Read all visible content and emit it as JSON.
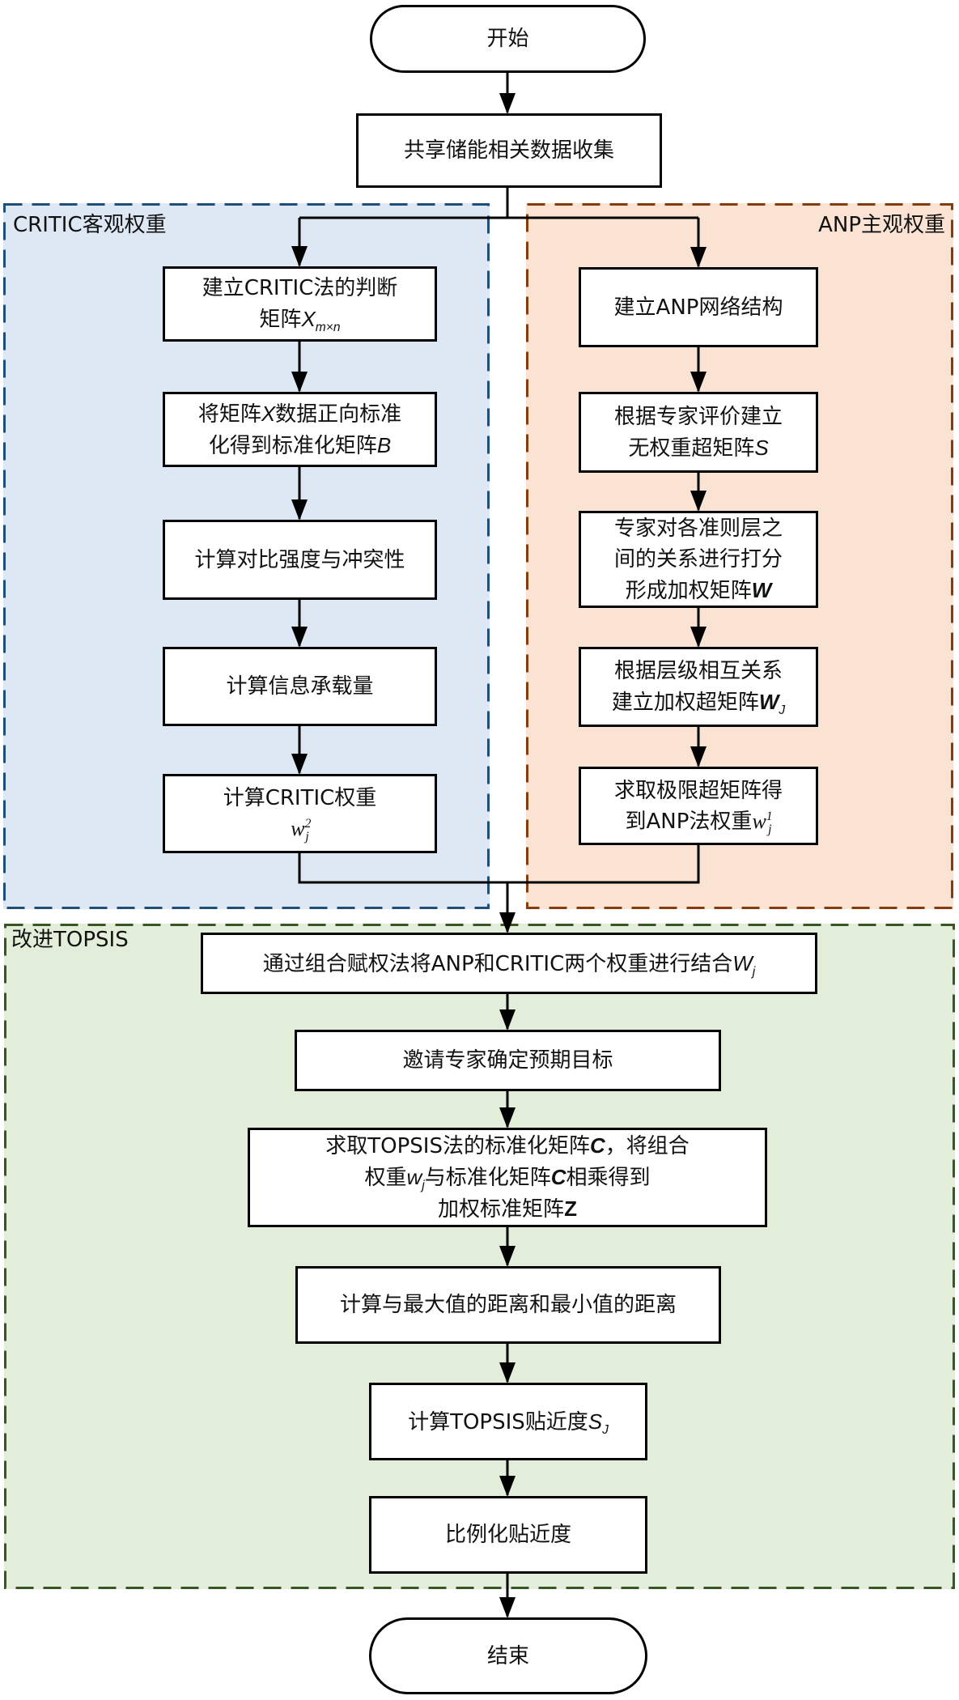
{
  "groups": {
    "critic": {
      "label": "CRITIC客观权重",
      "fill": "#dde8f4",
      "border": "#1f4e79"
    },
    "anp": {
      "label": "ANP主观权重",
      "fill": "#fae3d2",
      "border": "#843c0c"
    },
    "topsis": {
      "label": "改进TOPSIS",
      "fill": "#e2eed9",
      "border": "#385723"
    }
  },
  "nodes": {
    "start": "开始",
    "collect": "共享储能相关数据收集",
    "critic": [
      {
        "line1": "建立CRITIC法的判断",
        "line2_prefix": "矩阵",
        "var": "X",
        "sub": "m×n"
      },
      {
        "line1_prefix": "将矩阵",
        "var": "X",
        "line1_suffix": "数据正向标准",
        "line2_prefix": "化得到标准化矩阵",
        "var2": "B"
      },
      {
        "text": "计算对比强度与冲突性"
      },
      {
        "text": "计算信息承载量"
      },
      {
        "prefix": "计算CRITIC权重 ",
        "var": "w",
        "sub": "j",
        "sup": "2"
      }
    ],
    "anp": [
      {
        "text": "建立ANP网络结构"
      },
      {
        "line1": "根据专家评价建立",
        "line2_prefix": "无权重超矩阵",
        "var": "S"
      },
      {
        "line1": "专家对各准则层之",
        "line2": "间的关系进行打分",
        "line3_prefix": "形成加权矩阵",
        "var": "W"
      },
      {
        "line1": "根据层级相互关系",
        "line2_prefix": "建立加权超矩阵",
        "var": "W",
        "sub": "J"
      },
      {
        "line1": "求取极限超矩阵得",
        "line2_prefix": "到ANP法权重",
        "var": "w",
        "sub": "j",
        "sup": "1"
      }
    ],
    "topsis": [
      {
        "prefix": "通过组合赋权法将ANP和CRITIC两个权重进行结合",
        "var": "W",
        "sub": "j"
      },
      {
        "text": "邀请专家确定预期目标"
      },
      {
        "line1_prefix": "求取TOPSIS法的标准化矩阵",
        "var": "C",
        "line1_suffix": "，将组合",
        "line2_a": "权重",
        "var2": "w",
        "sub2": "j",
        "line2_b": "与标准化矩阵",
        "var3": "C",
        "line2_c": "相乘得到",
        "line3_prefix": "加权标准矩阵",
        "var4": "Z"
      },
      {
        "text": "计算与最大值的距离和最小值的距离"
      },
      {
        "prefix": "计算TOPSIS贴近度",
        "var": "S",
        "sub": "J"
      },
      {
        "text": "比例化贴近度"
      }
    ],
    "end": "结束"
  }
}
